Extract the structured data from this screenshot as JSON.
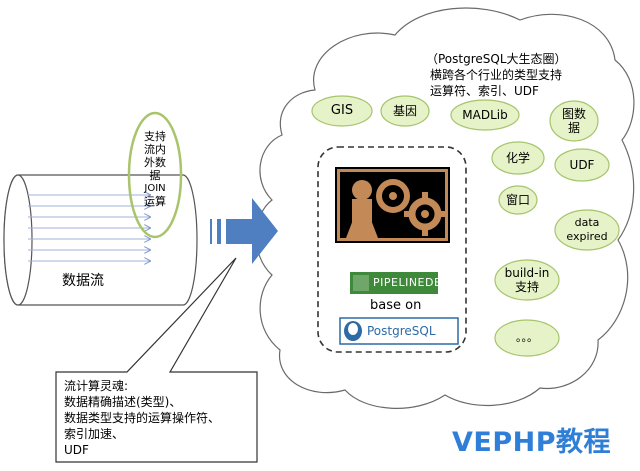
{
  "ecosystem": {
    "heading_line1": "（PostgreSQL大生态圈）",
    "heading_line2": "横跨各个行业的类型支持",
    "heading_line3": "运算符、索引、UDF"
  },
  "extensions": {
    "gis": "GIS",
    "gene": "基因",
    "madlib": "MADLib",
    "graph_line1": "图数",
    "graph_line2": "据",
    "chem": "化学",
    "udf": "UDF",
    "window": "窗口",
    "expired_line1": "data",
    "expired_line2": "expired",
    "buildin_line1": "build-in",
    "buildin_line2": "支持",
    "more": "。。。"
  },
  "core": {
    "pipelinedb_logo": "PIPELINEDB",
    "base_on": "base on",
    "postgresql_logo": "PostgreSQL"
  },
  "stream": {
    "label": "数据流",
    "ops_lines": [
      "支持",
      "流内",
      "外数",
      "据",
      "JOIN",
      "运算"
    ]
  },
  "callout": {
    "lines": [
      "流计算灵魂:",
      "数据精确描述(类型)、",
      "数据类型支持的运算操作符、",
      "索引加速、",
      "UDF"
    ]
  },
  "watermark": "VEPHP教程",
  "colors": {
    "pill_fill": "#e6f2c8",
    "pill_stroke": "#a6c46b",
    "arrow_fill": "#4f7fc1",
    "watermark": "#2f7fd9",
    "pipeline_green": "#3f8a3a",
    "pg_blue": "#2d6aa6"
  }
}
